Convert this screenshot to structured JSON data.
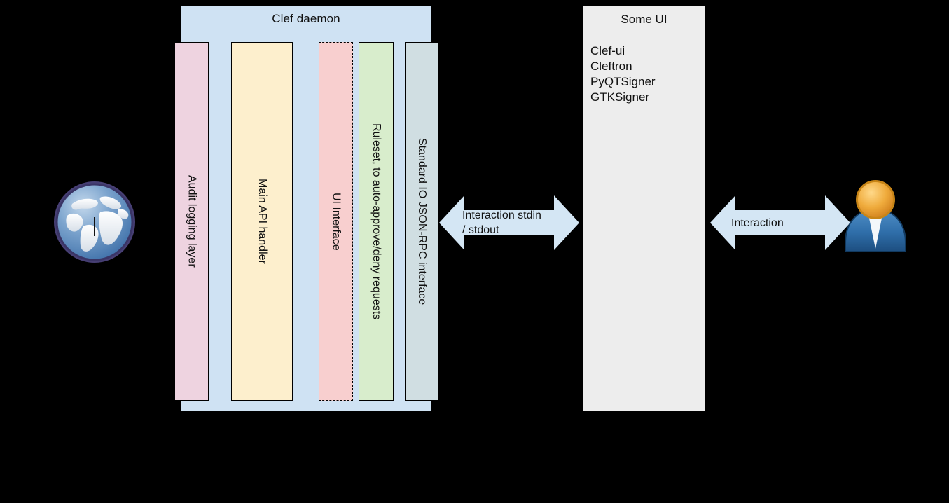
{
  "diagram": {
    "daemon": {
      "title": "Clef daemon",
      "columns": [
        {
          "key": "audit",
          "label": "Audit logging layer",
          "color": "#eed3e0",
          "border": "solid"
        },
        {
          "key": "api",
          "label": "Main API handler",
          "color": "#fdefcd",
          "border": "solid"
        },
        {
          "key": "ui",
          "label": "UI Interface",
          "color": "#f8cfcf",
          "border": "dashed"
        },
        {
          "key": "rules",
          "label": "Ruleset, to auto-approve/deny requests",
          "color": "#d8edcc",
          "border": "solid"
        },
        {
          "key": "stdio",
          "label": "Standard IO JSON-RPC interface",
          "color": "#d0dee2",
          "border": "solid"
        }
      ],
      "fill": "#cfe2f3"
    },
    "some_ui": {
      "title": "Some UI",
      "fill": "#ededed",
      "items": [
        "Clef-ui",
        "Cleftron",
        "PyQTSigner",
        "GTKSigner"
      ]
    },
    "arrows": [
      {
        "key": "stdio",
        "label": "Interaction stdin\n/ stdout",
        "color": "#d4e6f4"
      },
      {
        "key": "interaction",
        "label": "Interaction",
        "color": "#d4e6f4"
      }
    ],
    "icons": {
      "globe": {
        "name": "globe-icon",
        "body": "#4f7fb5",
        "ocean": "#5b8ec4",
        "land": "#f2f5f8",
        "rim": "#473f74"
      },
      "user": {
        "name": "user-icon",
        "head": "#e8a33d",
        "body": "#2d6ca8",
        "collar": "#f2f5f8"
      }
    },
    "background": "#000000"
  }
}
